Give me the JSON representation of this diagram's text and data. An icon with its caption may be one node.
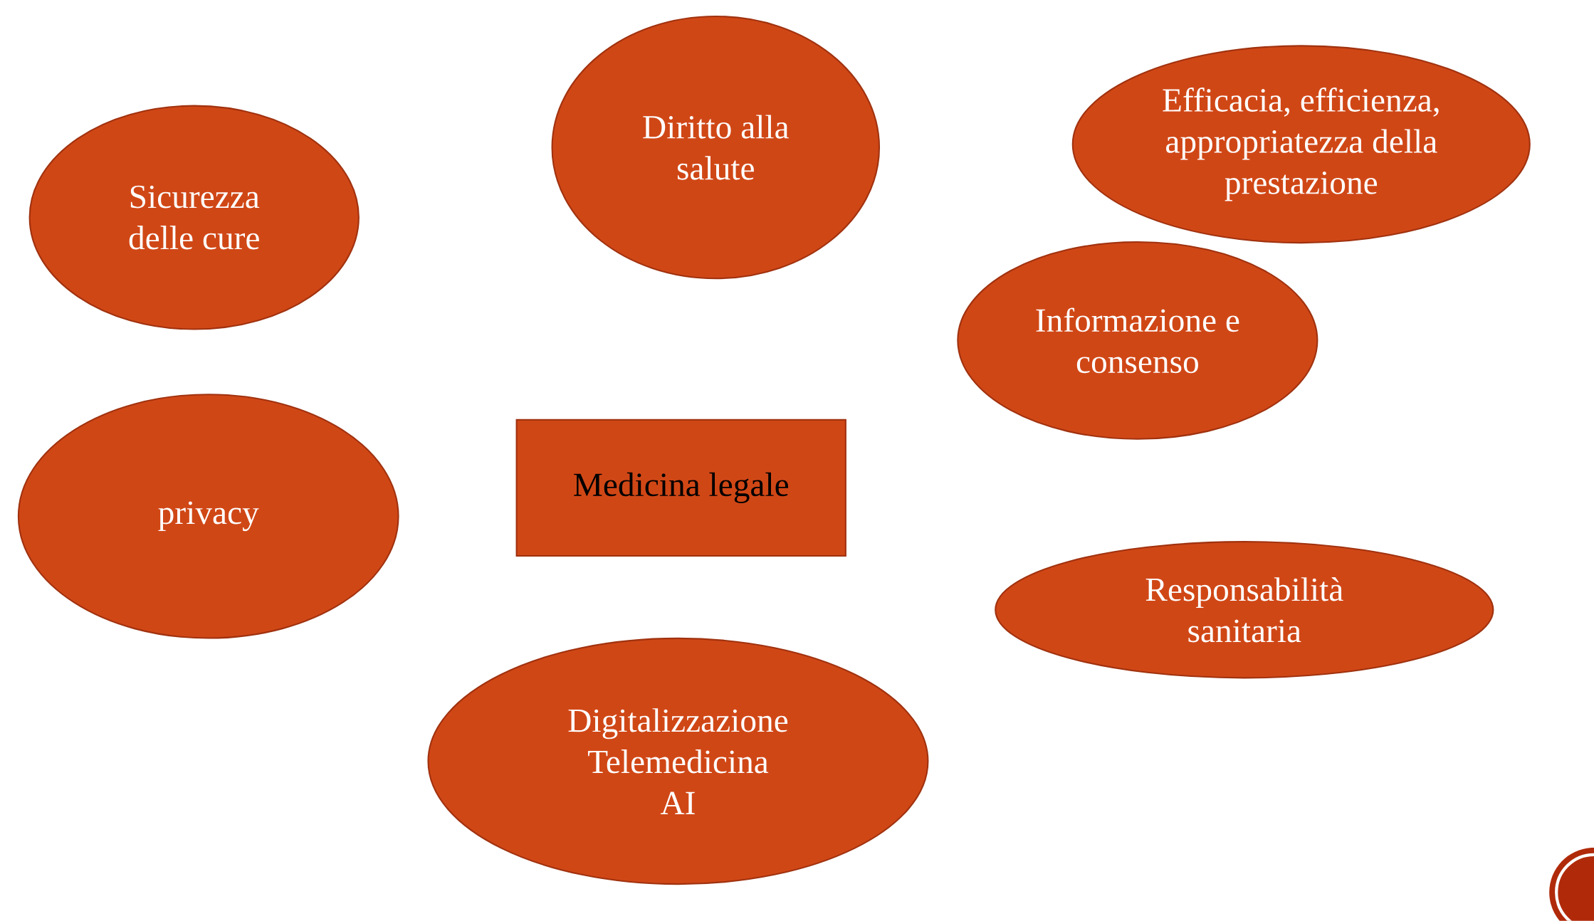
{
  "diagram": {
    "nodes": [
      {
        "text": [
          "Diritto alla salute"
        ]
      },
      {
        "text": [
          "Efficacia, efficienza, appropriatezza della prestazione"
        ]
      },
      {
        "text": [
          "Sicurezza delle cure"
        ]
      },
      {
        "text": [
          "Informazione e consenso"
        ]
      },
      {
        "text": [
          "privacy"
        ]
      },
      {
        "text": [
          "Medicina legale"
        ]
      },
      {
        "text": [
          "Responsabilità sanitaria"
        ]
      },
      {
        "text": [
          "Digitalizzazione",
          "Telemedicina",
          "AI"
        ]
      }
    ]
  }
}
